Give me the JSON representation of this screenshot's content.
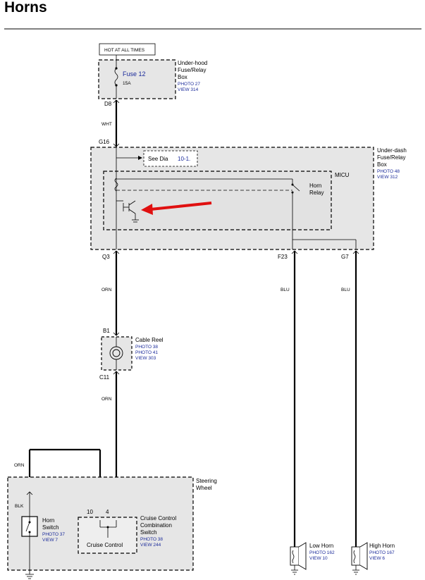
{
  "title": "Horns",
  "supply": "HOT AT ALL TIMES",
  "underhood": {
    "name1": "Under-hood",
    "name2": "Fuse/Relay",
    "name3": "Box",
    "photo": "PHOTO 27",
    "view": "VIEW 314",
    "fuse_name": "Fuse 12",
    "fuse_rating": "15A",
    "pin": "D8"
  },
  "wires": {
    "wht": "WHT",
    "orn1": "ORN",
    "orn2": "ORN",
    "orn3": "ORN",
    "blk": "BLK",
    "blu1": "BLU",
    "blu2": "BLU"
  },
  "underdash": {
    "name1": "Under-dash",
    "name2": "Fuse/Relay",
    "name3": "Box",
    "photo": "PHOTO 48",
    "view": "VIEW 312",
    "pin_in": "G16",
    "see_dia": "See Dia",
    "dia_ref": "10-1.",
    "micu": "MICU",
    "relay1": "Horn",
    "relay2": "Relay",
    "pin_q3": "Q3",
    "pin_f23": "F23",
    "pin_g7": "G7"
  },
  "cable_reel": {
    "name": "Cable Reel",
    "photo1": "PHOTO 38",
    "photo2": "PHOTO 41",
    "view": "VIEW 303",
    "pin_top": "B1",
    "pin_bottom": "C11"
  },
  "steering": {
    "name1": "Steering",
    "name2": "Wheel"
  },
  "horn_switch": {
    "name1": "Horn",
    "name2": "Switch",
    "photo": "PHOTO 37",
    "view": "VIEW 7"
  },
  "cruise": {
    "pin10": "10",
    "pin4": "4",
    "label": "Cruise Control",
    "name1": "Cruise Control",
    "name2": "Combination",
    "name3": "Switch",
    "photo": "PHOTO 38",
    "view": "VIEW 244"
  },
  "low_horn": {
    "name": "Low Horn",
    "photo": "PHOTO 162",
    "view": "VIEW 10"
  },
  "high_horn": {
    "name": "High Horn",
    "photo": "PHOTO 167",
    "view": "VIEW 6"
  },
  "colors": {
    "arrow": "#e01010",
    "box_fill": "#e6e6e6",
    "ref_text": "#1a2a9a"
  }
}
